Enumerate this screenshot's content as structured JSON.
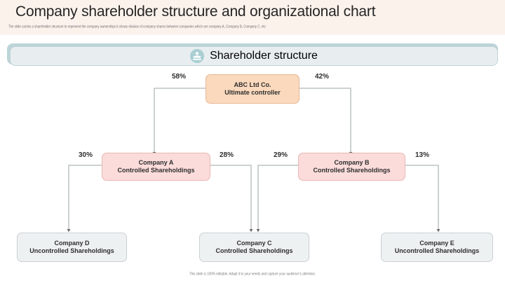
{
  "header": {
    "title": "Company shareholder structure and organizational chart",
    "subtitle": "The slide carries a shareholder structure to represent the company ownerships it shows division of company shares between companies which are company A, Company B, Company C, etc",
    "background_color": "#fcf2ec"
  },
  "banner": {
    "label": "Shareholder structure",
    "icon": "people-group-icon",
    "icon_badge_color": "#a9cfd3",
    "fill_color": "#e8eef0",
    "frame_color": "#bcd4d8"
  },
  "chart_data": {
    "type": "diagram",
    "title": "Shareholder structure",
    "nodes": [
      {
        "id": "abc",
        "line1": "ABC Ltd Co.",
        "line2": "Ultimate controller",
        "level": 0,
        "color": "#fbd9bd",
        "border": "#e6b894"
      },
      {
        "id": "company-a",
        "line1": "Company A",
        "line2": "Controlled Shareholdings",
        "level": 1,
        "color": "#fbdcda",
        "border": "#e7b7b5"
      },
      {
        "id": "company-b",
        "line1": "Company B",
        "line2": "Controlled Shareholdings",
        "level": 1,
        "color": "#fbdcda",
        "border": "#e7b7b5"
      },
      {
        "id": "company-d",
        "line1": "Company D",
        "line2": "Uncontrolled Shareholdings",
        "level": 2,
        "color": "#eef1f2",
        "border": "#c9d1d4"
      },
      {
        "id": "company-c",
        "line1": "Company C",
        "line2": "Controlled Shareholdings",
        "level": 2,
        "color": "#eef1f2",
        "border": "#c9d1d4"
      },
      {
        "id": "company-e",
        "line1": "Company E",
        "line2": "Uncontrolled Shareholdings",
        "level": 2,
        "color": "#eef1f2",
        "border": "#c9d1d4"
      }
    ],
    "edges": [
      {
        "from": "abc",
        "to": "company-a",
        "label": "58%"
      },
      {
        "from": "abc",
        "to": "company-b",
        "label": "42%"
      },
      {
        "from": "company-a",
        "to": "company-d",
        "label": "30%"
      },
      {
        "from": "company-a",
        "to": "company-c",
        "label": "28%"
      },
      {
        "from": "company-b",
        "to": "company-c",
        "label": "29%"
      },
      {
        "from": "company-b",
        "to": "company-e",
        "label": "13%"
      }
    ]
  },
  "footer": {
    "note": "This slide is 100% editable. Adapt it to your needs and capture your audience's attention."
  }
}
